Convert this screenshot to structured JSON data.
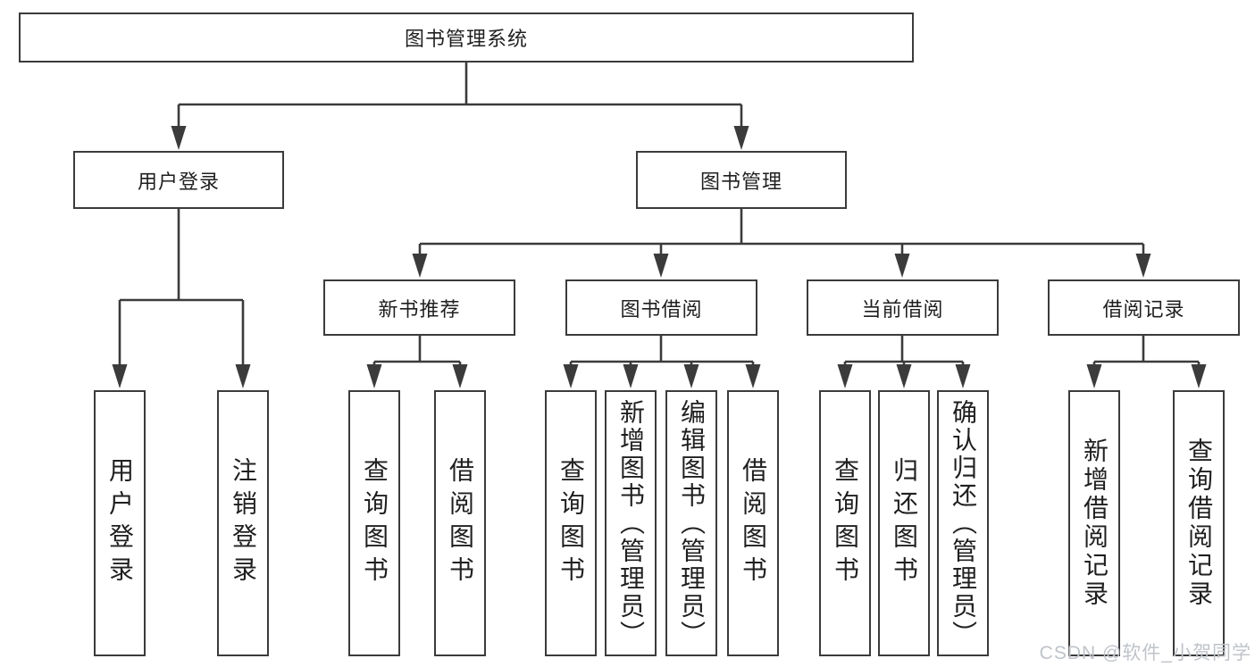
{
  "diagram": {
    "root": {
      "label": "图书管理系统"
    },
    "branches": [
      {
        "label": "用户登录",
        "children": [
          {
            "label": "用户登录"
          },
          {
            "label": "注销登录"
          }
        ]
      },
      {
        "label": "图书管理",
        "children": [
          {
            "label": "新书推荐",
            "children": [
              {
                "label": "查询图书"
              },
              {
                "label": "借阅图书"
              }
            ]
          },
          {
            "label": "图书借阅",
            "children": [
              {
                "label": "查询图书"
              },
              {
                "label": "新增图书（管理员）"
              },
              {
                "label": "编辑图书（管理员）"
              },
              {
                "label": "借阅图书"
              }
            ]
          },
          {
            "label": "当前借阅",
            "children": [
              {
                "label": "查询图书"
              },
              {
                "label": "归还图书"
              },
              {
                "label": "确认归还（管理员）"
              }
            ]
          },
          {
            "label": "借阅记录",
            "children": [
              {
                "label": "新增借阅记录"
              },
              {
                "label": "查询借阅记录"
              }
            ]
          }
        ]
      }
    ]
  },
  "watermark": {
    "text": "CSDN @软件_小贺同学"
  },
  "colors": {
    "line": "#3b3b3b",
    "text": "#1f1f1f",
    "watermark": "#bfc3c9",
    "background": "#ffffff"
  }
}
